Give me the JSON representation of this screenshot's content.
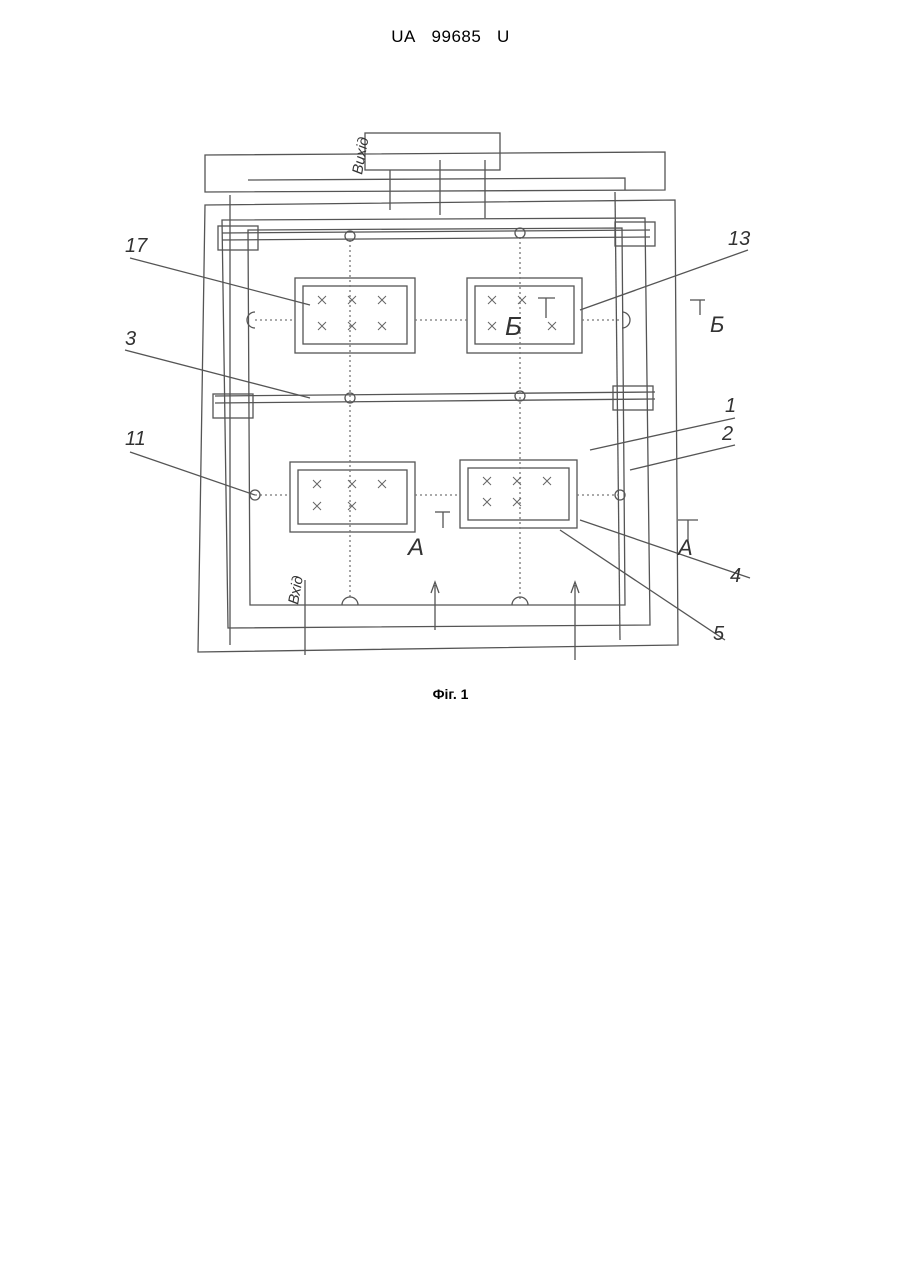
{
  "header": {
    "country": "UA",
    "number": "99685",
    "kind": "U"
  },
  "figure": {
    "caption": "Фіг. 1",
    "labels": {
      "inlet": "Вхід",
      "outlet": "Вихід",
      "ref_17": "17",
      "ref_13": "13",
      "ref_3": "3",
      "ref_11": "11",
      "ref_1": "1",
      "ref_2": "2",
      "ref_4": "4",
      "ref_5": "5",
      "section_a": "А",
      "section_b": "Б"
    }
  }
}
